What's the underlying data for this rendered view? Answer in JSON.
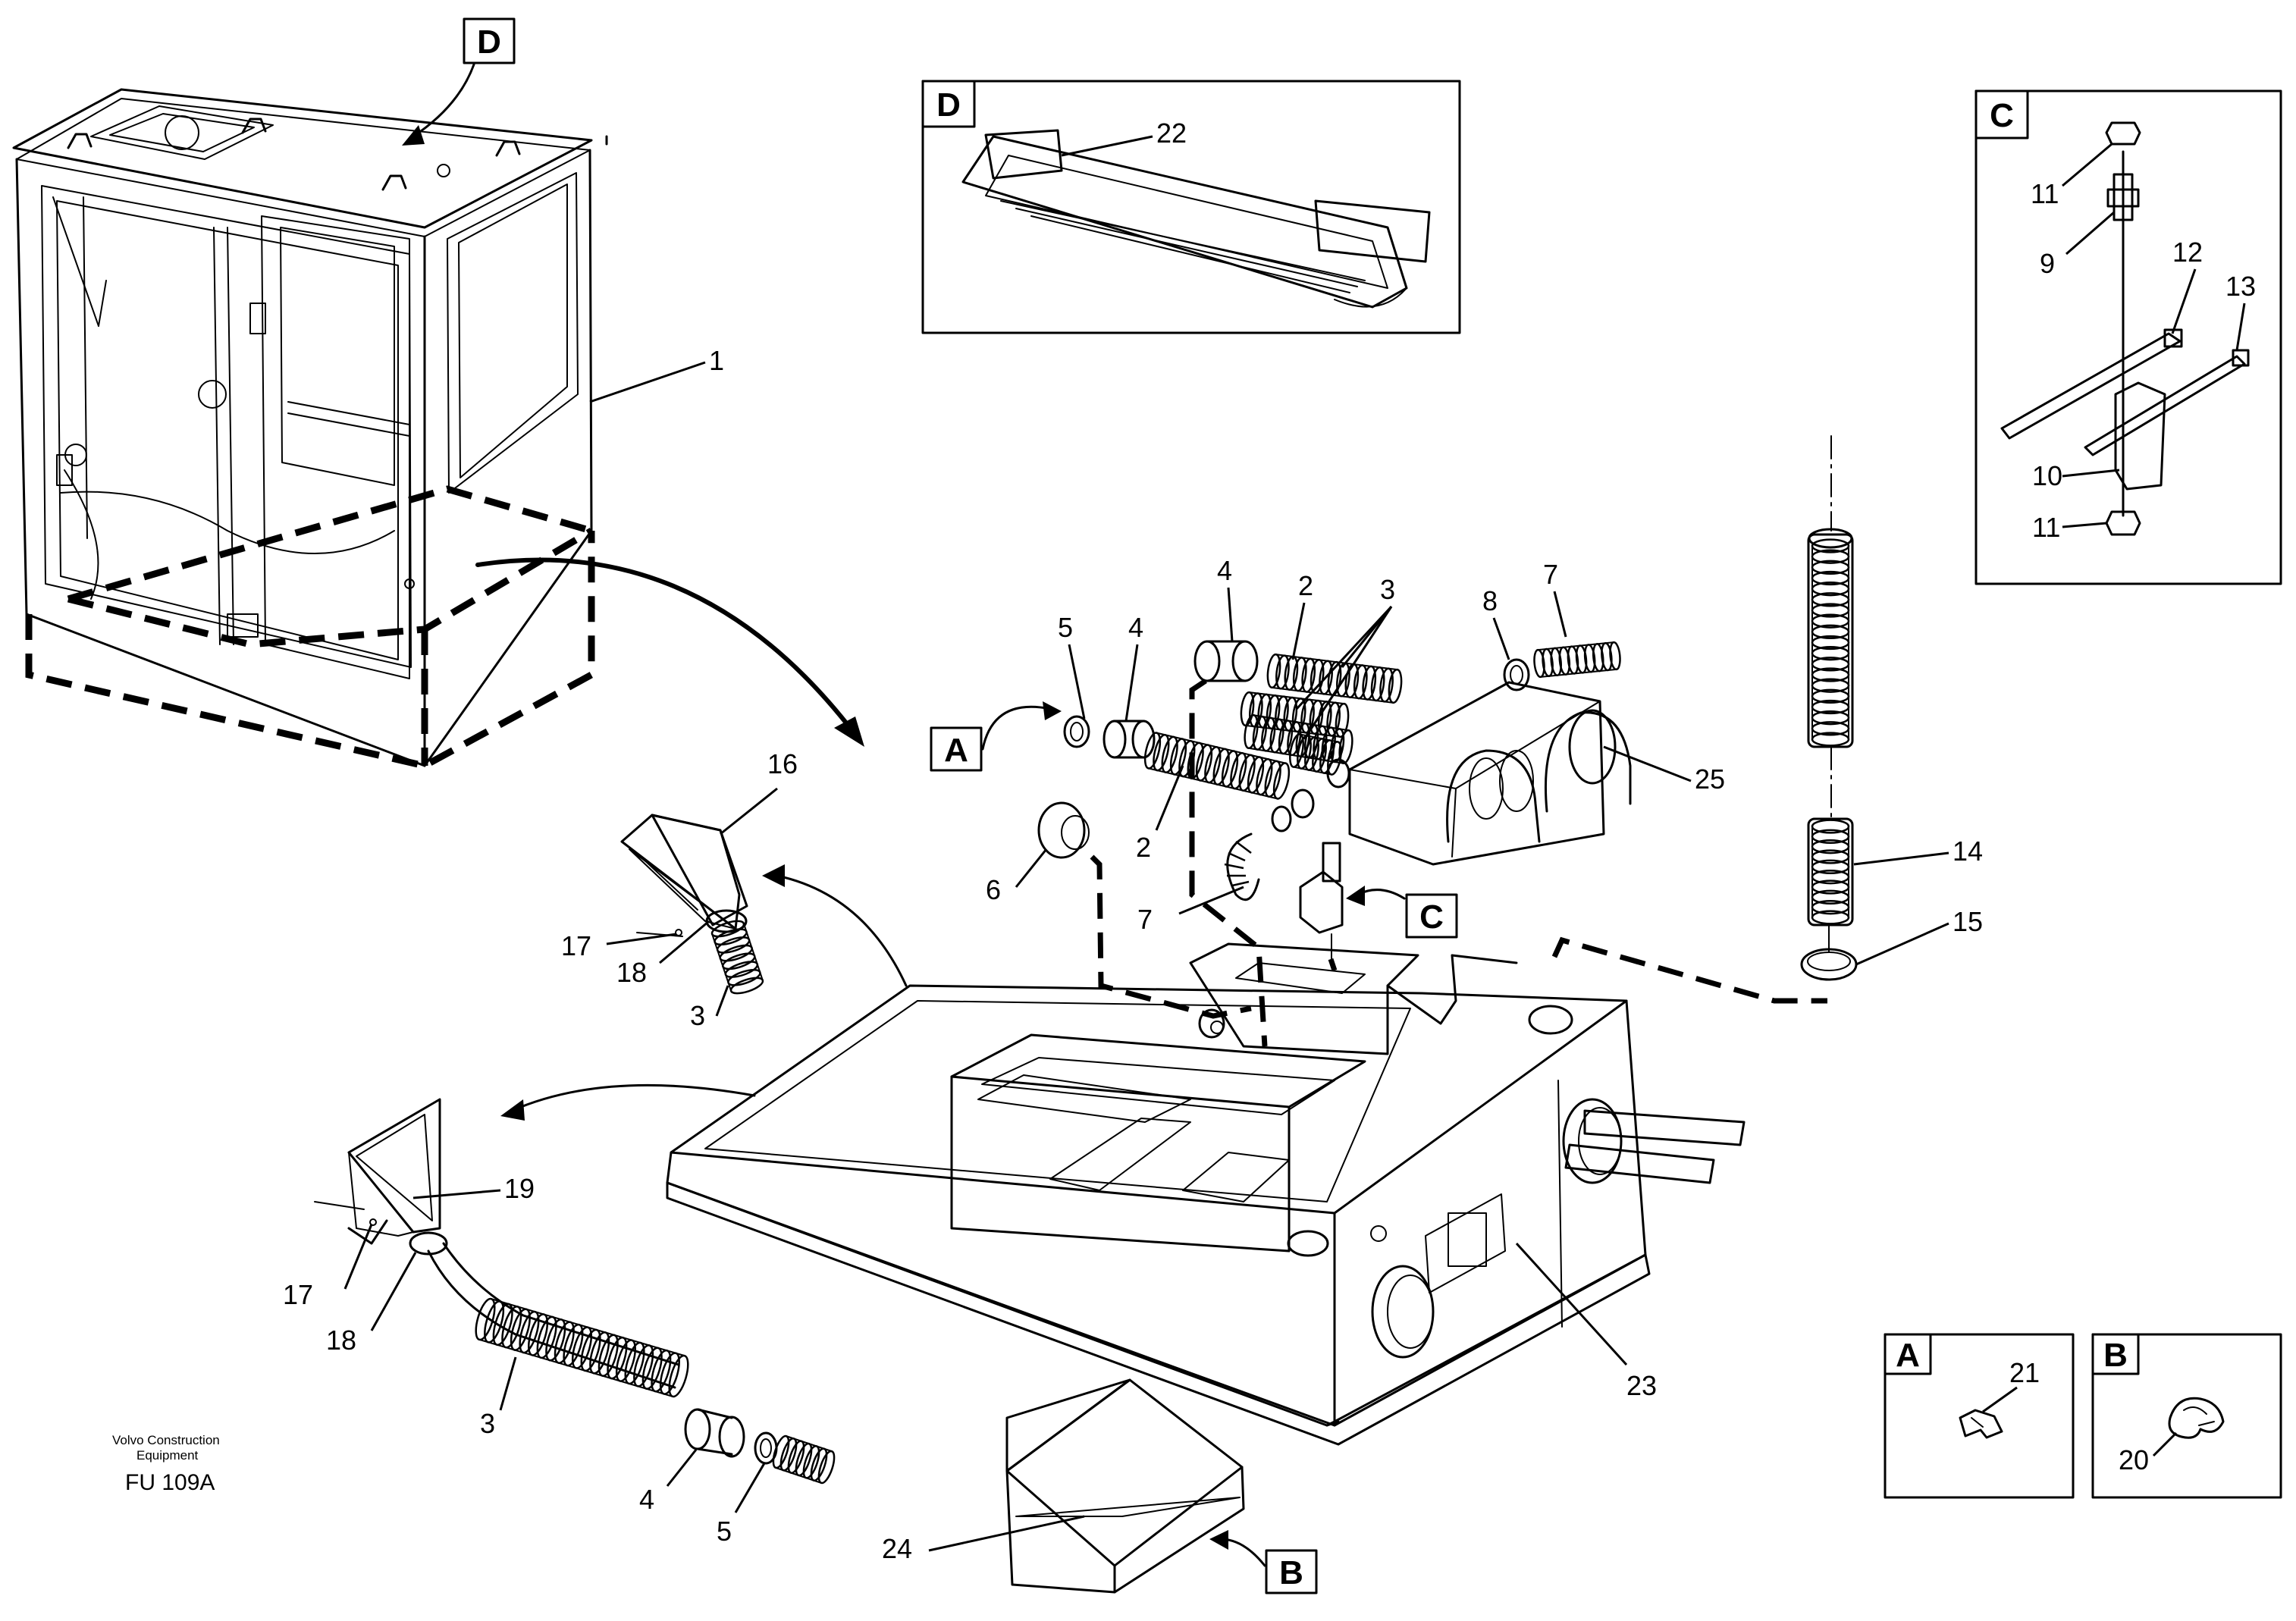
{
  "callouts": {
    "d_cab": "D",
    "d_inset": "D",
    "c_inset": "C",
    "a_main": "A",
    "c_main": "C",
    "b_main": "B",
    "a_inset": "A",
    "b_inset": "B"
  },
  "labels": {
    "p1": "1",
    "p22": "22",
    "p11a": "11",
    "p9": "9",
    "p12": "12",
    "p13": "13",
    "p10": "10",
    "p11b": "11",
    "p4a": "4",
    "p2a": "2",
    "p3a": "3",
    "p8": "8",
    "p7a": "7",
    "p5a": "5",
    "p4b": "4",
    "p25": "25",
    "p2b": "2",
    "p6": "6",
    "p7b": "7",
    "p14": "14",
    "p15": "15",
    "p16": "16",
    "p17a": "17",
    "p18a": "18",
    "p3b": "3",
    "p19": "19",
    "p17b": "17",
    "p18b": "18",
    "p3c": "3",
    "p4c": "4",
    "p5b": "5",
    "p23": "23",
    "p21": "21",
    "p20": "20",
    "p24": "24"
  },
  "footer": {
    "brand_line1": "Volvo Construction",
    "brand_line2": "Equipment",
    "code": "FU 109A"
  }
}
